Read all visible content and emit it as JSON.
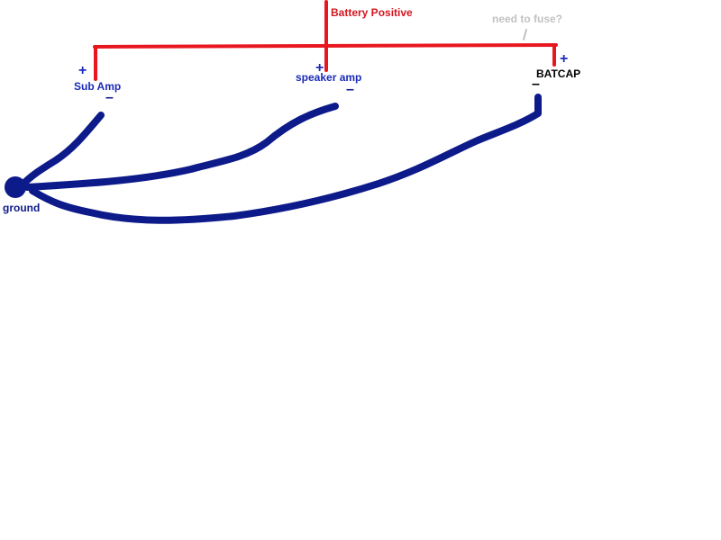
{
  "labels": {
    "battery_positive": "Battery Positive",
    "need_to_fuse": "need to fuse?",
    "sub_amp": "Sub Amp",
    "speaker_amp": "speaker amp",
    "batcap": "BATCAP",
    "ground": "ground"
  },
  "signs": {
    "plus": "+",
    "minus": "–"
  },
  "colors": {
    "positive_wire": "#e8171f",
    "ground_wire": "#0d1a8a",
    "label_blue": "#1a2bb8",
    "label_red": "#d4161f",
    "label_black": "#000000",
    "note_gray": "#c2c2c2"
  }
}
